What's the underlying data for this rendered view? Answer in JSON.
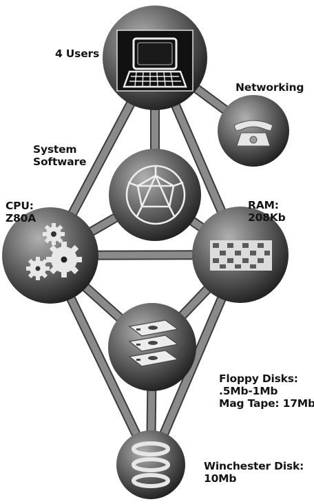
{
  "nodes": [
    {
      "id": "users",
      "icon": "terminal-icon",
      "lines": [
        "4 Users"
      ]
    },
    {
      "id": "networking",
      "icon": "telephone-icon",
      "lines": [
        "Networking"
      ]
    },
    {
      "id": "system-software",
      "icon": "geodesic-sphere-icon",
      "lines": [
        "System",
        "Software"
      ]
    },
    {
      "id": "cpu",
      "icon": "gears-icon",
      "lines": [
        "CPU:",
        "Z80A"
      ]
    },
    {
      "id": "ram",
      "icon": "memory-grid-icon",
      "lines": [
        "RAM:",
        "208Kb"
      ]
    },
    {
      "id": "floppy",
      "icon": "floppy-stack-icon",
      "lines": [
        "Floppy Disks:",
        ".5Mb-1Mb",
        "Mag Tape: 17Mb"
      ]
    },
    {
      "id": "winchester",
      "icon": "disk-platters-icon",
      "lines": [
        "Winchester Disk:",
        "10Mb"
      ]
    }
  ],
  "colors": {
    "sphere_light": "#b0b0b0",
    "sphere_mid": "#6e6e6e",
    "sphere_dark": "#222222",
    "connector": "#7a7a7a",
    "connector_edge": "#3a3a3a",
    "label_text": "#141414"
  }
}
